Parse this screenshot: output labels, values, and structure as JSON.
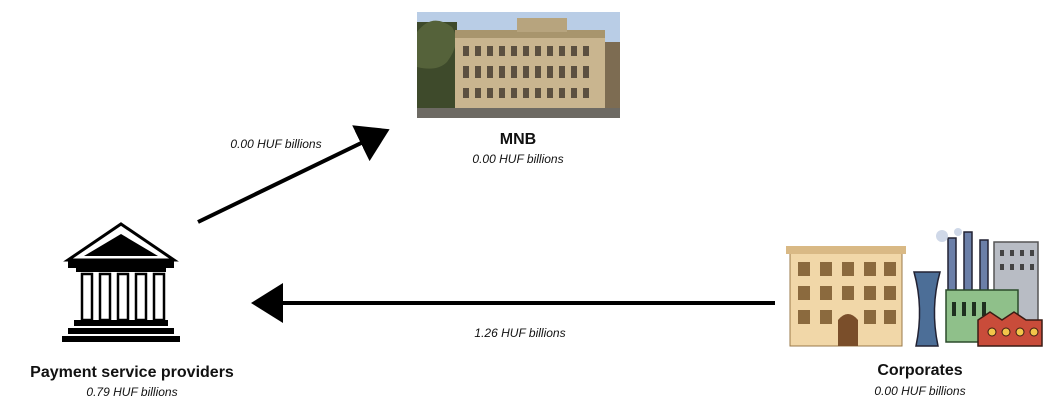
{
  "nodes": {
    "mnb": {
      "name": "MNB",
      "amount": "0.00 HUF billions"
    },
    "psp": {
      "name": "Payment service providers",
      "amount": "0.79 HUF billions"
    },
    "corporates": {
      "name": "Corporates",
      "amount": "0.00 HUF billions"
    }
  },
  "flows": {
    "psp_to_mnb": {
      "amount": "0.00 HUF billions"
    },
    "corporates_to_psp": {
      "amount": "1.26 HUF billions"
    }
  },
  "colors": {
    "arrow": "#000000",
    "text": "#111111"
  },
  "icons": {
    "mnb": "central-bank-building-photo",
    "psp": "bank-columns-icon",
    "corporates": "office-and-factory-icon"
  }
}
